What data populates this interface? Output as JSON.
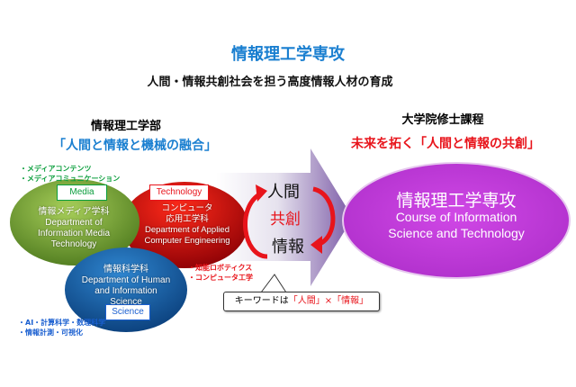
{
  "title": "情報理工学専攻",
  "subtitle": "人間・情報共創社会を担う高度情報人材の育成",
  "faculty": {
    "name": "情報理工学部",
    "motto": "「人間と情報と機械の融合」"
  },
  "graduate": {
    "name": "大学院修士課程",
    "motto": "未来を拓く「人間と情報の共創」"
  },
  "media": {
    "keywords": [
      "・メディアコンテンツ",
      "・メディアコミュニケーション"
    ],
    "label": "Media",
    "dept_ja": "情報メディア学科",
    "dept_en": [
      "Department of",
      "Information Media",
      "Technology"
    ]
  },
  "technology": {
    "keywords": [
      "・知能ロボティクス",
      "・コンピュータ工学"
    ],
    "label": "Technology",
    "dept_ja": [
      "コンピュータ",
      "応用工学科"
    ],
    "dept_en": [
      "Department of Applied",
      "Computer Engineering"
    ]
  },
  "science": {
    "keywords": [
      "・AI・計算科学・数理科学",
      "・情報計測・可視化"
    ],
    "label": "Science",
    "dept_ja": "情報科学科",
    "dept_en": [
      "Department of Human",
      "and Information",
      "Science"
    ]
  },
  "arrow": {
    "top": "人間",
    "middle": "共創",
    "bottom": "情報"
  },
  "course": {
    "ja": "情報理工学専攻",
    "en": [
      "Course of Information",
      "Science and Technology"
    ]
  },
  "callout": {
    "prefix": "キーワードは",
    "k1": "「人間」",
    "x": "×",
    "k2": "「情報」"
  },
  "colors": {
    "blue": "#1a7fd0",
    "red": "#e8141b",
    "green": "#0a9e3c",
    "purple": "#c43ed8"
  }
}
